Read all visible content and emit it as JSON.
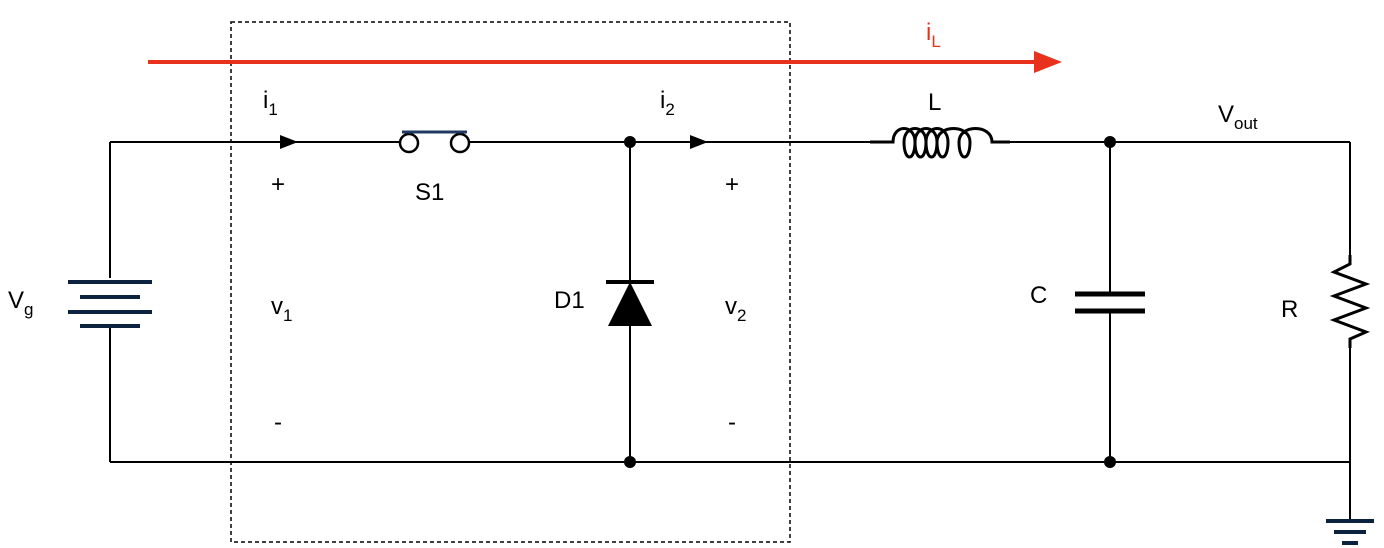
{
  "colors": {
    "wire": "#000000",
    "battery": "#0c2340",
    "current_arrow": "#e8321e",
    "switch": "#1f3a60"
  },
  "labels": {
    "il_main": "i",
    "il_sub": "L",
    "i1_main": "i",
    "i1_sub": "1",
    "i2_main": "i",
    "i2_sub": "2",
    "inductor": "L",
    "vout_main": "V",
    "vout_sub": "out",
    "switch": "S1",
    "v1_plus": "+",
    "v1_main": "v",
    "v1_sub": "1",
    "v1_minus": "-",
    "v2_plus": "+",
    "v2_main": "v",
    "v2_sub": "2",
    "v2_minus": "-",
    "diode": "D1",
    "vg_main": "V",
    "vg_sub": "g",
    "capacitor": "C",
    "resistor": "R"
  }
}
